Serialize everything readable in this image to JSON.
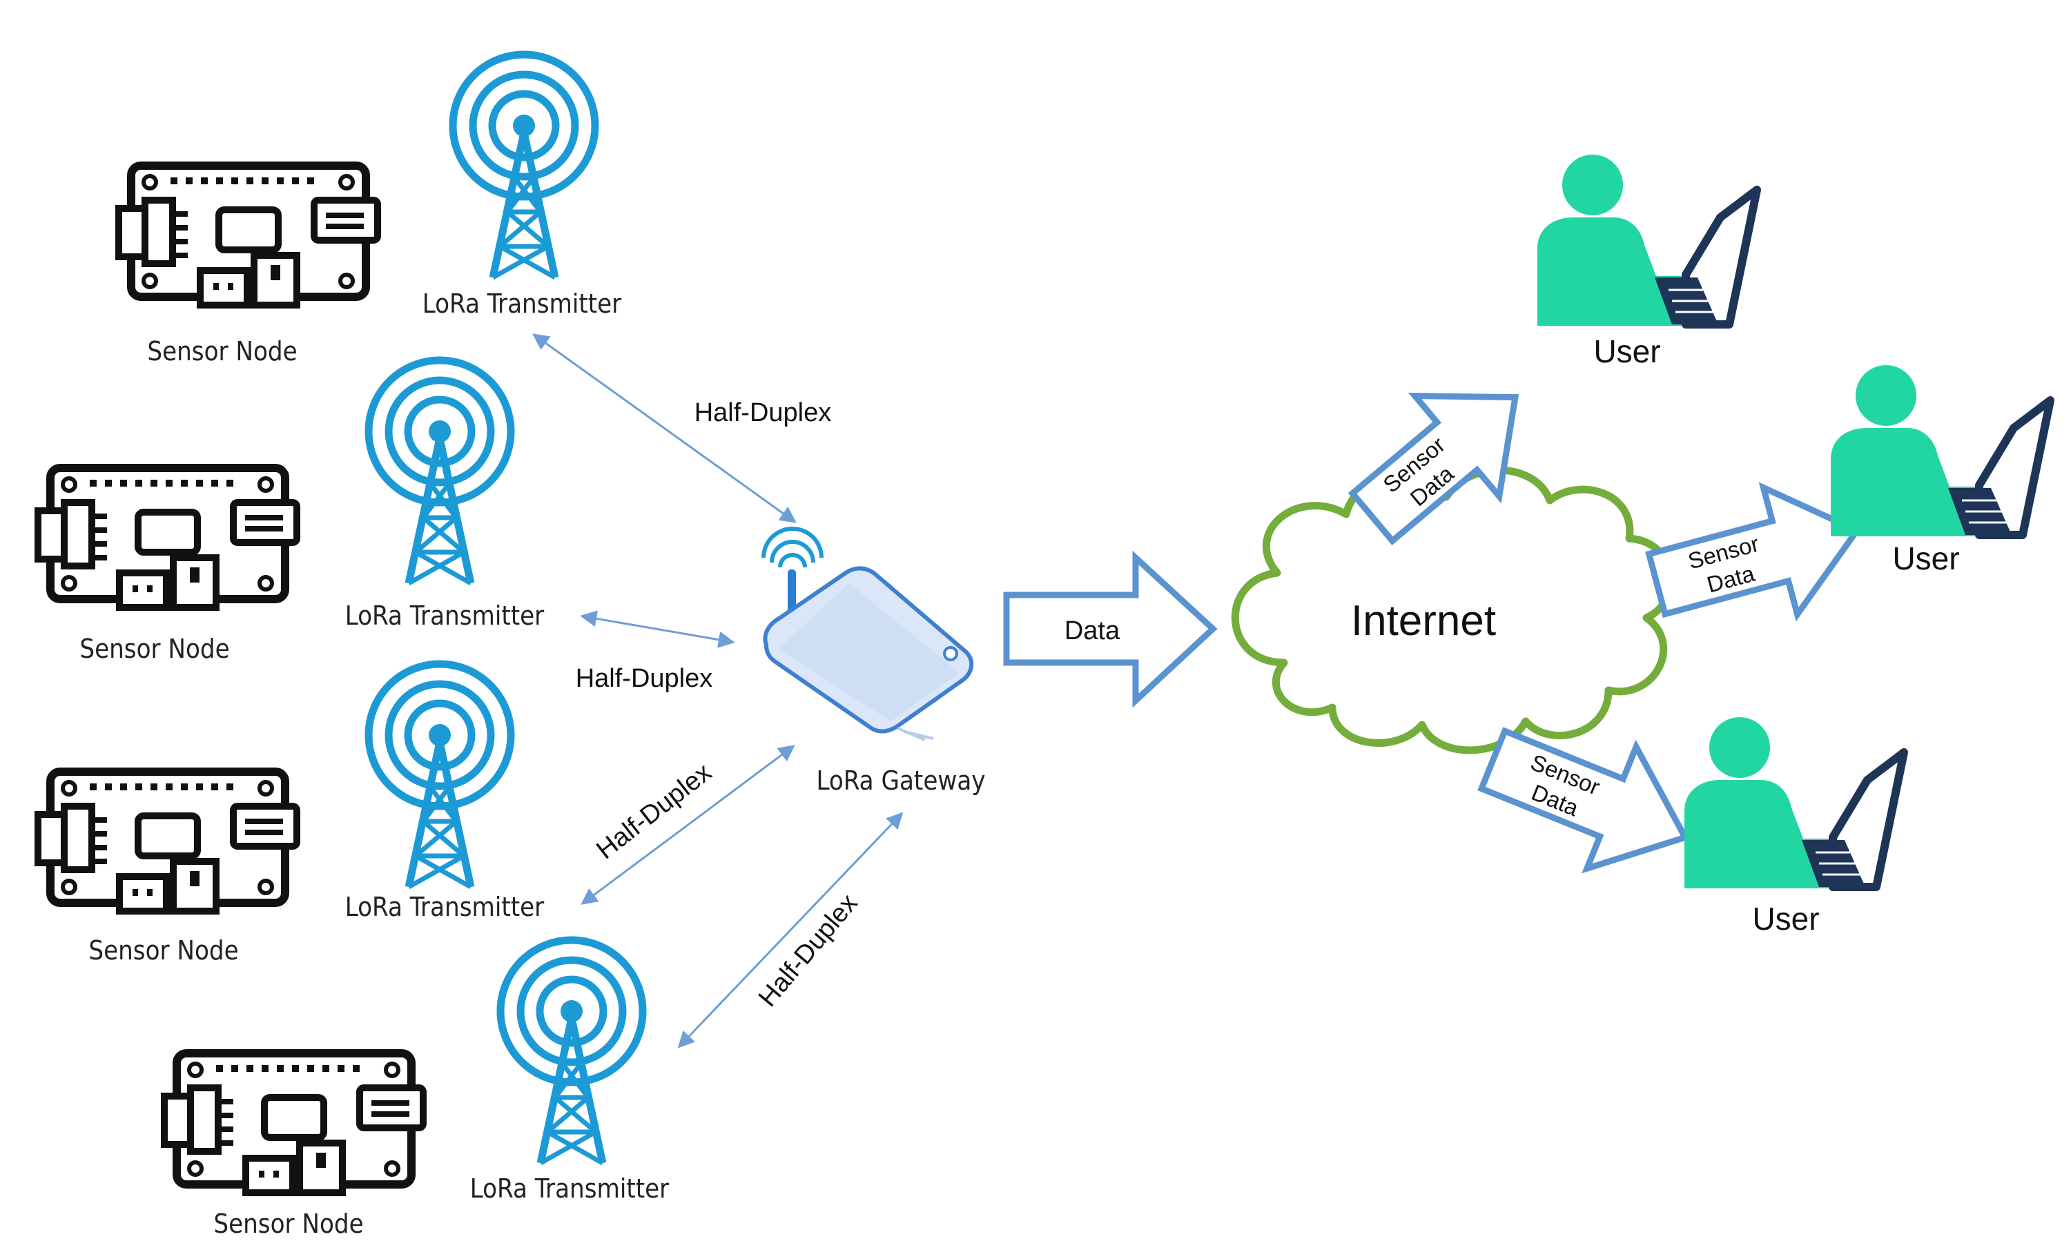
{
  "nodes": {
    "sensor_label": "Sensor Node",
    "transmitter_label": "LoRa Transmitter",
    "gateway_label": "LoRa Gateway",
    "internet_label": "Internet",
    "user_label": "User"
  },
  "links": {
    "half_duplex": "Half-Duplex",
    "data": "Data",
    "sensor_data_line1": "Sensor",
    "sensor_data_line2": "Data"
  },
  "colors": {
    "tower": "#1c9ad6",
    "link_arrow": "#6d9ed5",
    "block_arrow": "#5a93cf",
    "cloud": "#74ad3b",
    "user": "#22d6a4",
    "laptop": "#1e3558",
    "board": "#111111",
    "gateway": "#3f7fd0"
  }
}
